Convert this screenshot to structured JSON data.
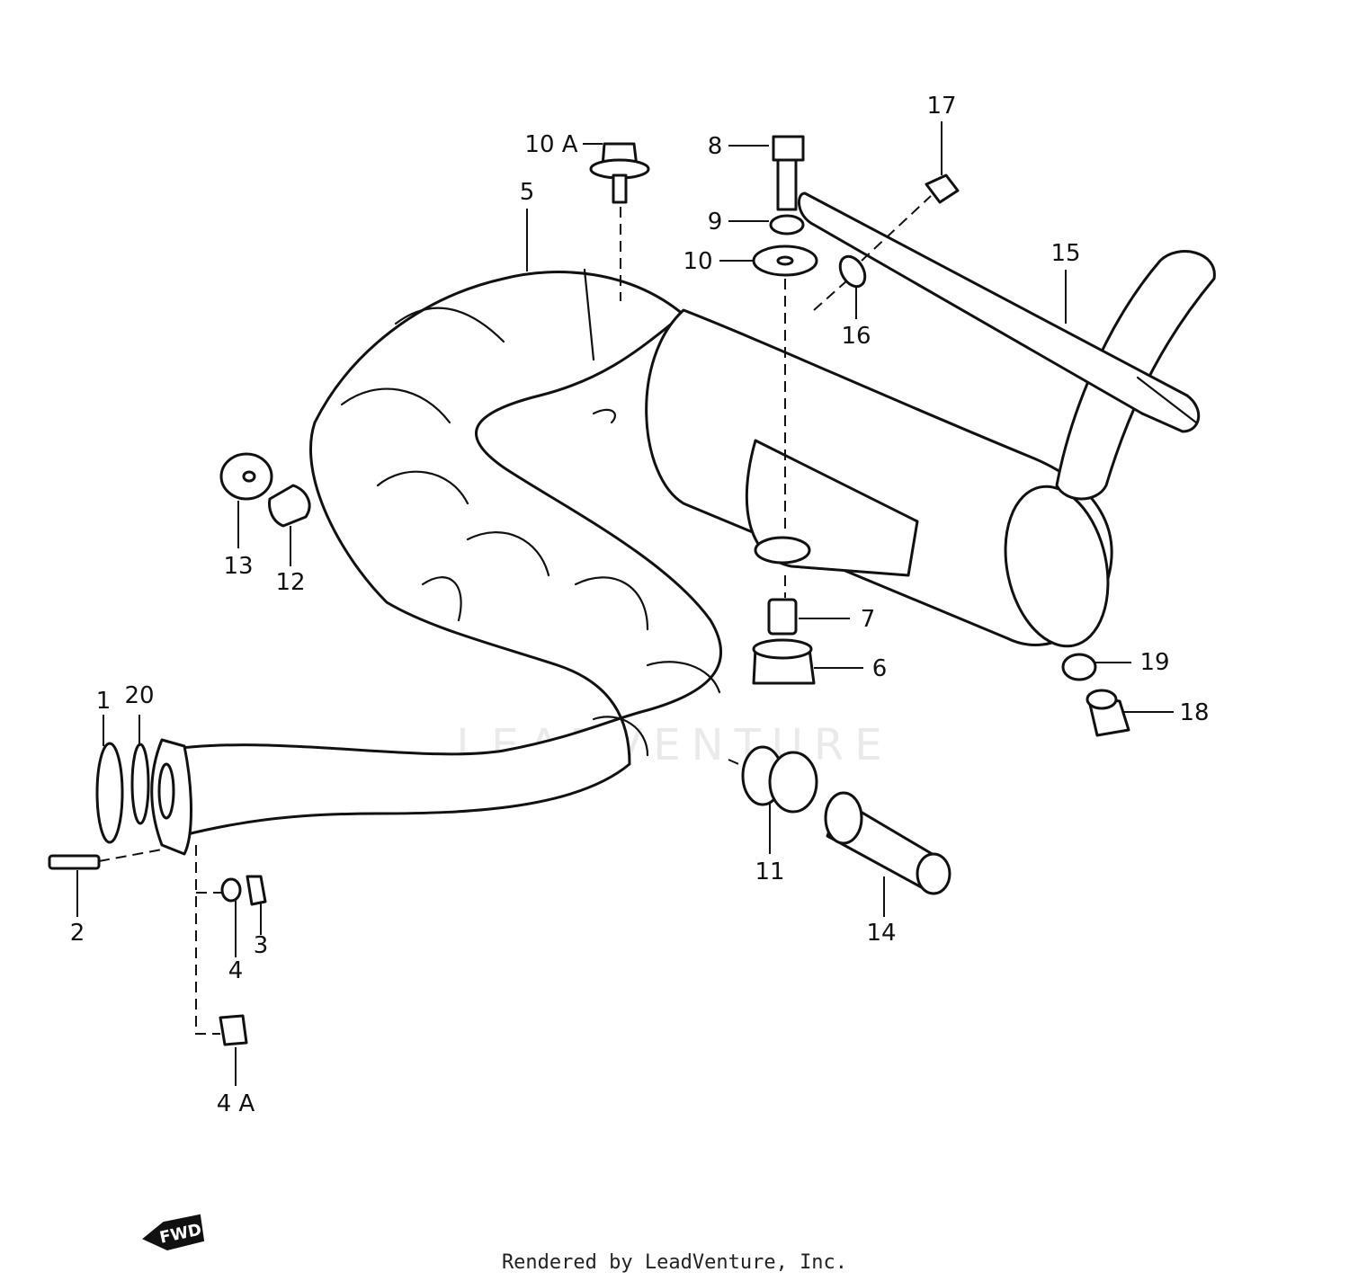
{
  "diagram": {
    "callouts": [
      {
        "id": "c1",
        "label": "1"
      },
      {
        "id": "c2",
        "label": "2"
      },
      {
        "id": "c3",
        "label": "3"
      },
      {
        "id": "c4",
        "label": "4"
      },
      {
        "id": "c4a",
        "label": "4 A"
      },
      {
        "id": "c5",
        "label": "5"
      },
      {
        "id": "c6",
        "label": "6"
      },
      {
        "id": "c7",
        "label": "7"
      },
      {
        "id": "c8",
        "label": "8"
      },
      {
        "id": "c9",
        "label": "9"
      },
      {
        "id": "c10",
        "label": "10"
      },
      {
        "id": "c10a",
        "label": "10 A"
      },
      {
        "id": "c11",
        "label": "11"
      },
      {
        "id": "c12",
        "label": "12"
      },
      {
        "id": "c13",
        "label": "13"
      },
      {
        "id": "c14",
        "label": "14"
      },
      {
        "id": "c15",
        "label": "15"
      },
      {
        "id": "c16",
        "label": "16"
      },
      {
        "id": "c17",
        "label": "17"
      },
      {
        "id": "c18",
        "label": "18"
      },
      {
        "id": "c19",
        "label": "19"
      },
      {
        "id": "c20",
        "label": "20"
      }
    ],
    "fwd_label": "FWD",
    "watermark": "LEADVENTURE"
  },
  "footer": {
    "text": "Rendered by LeadVenture, Inc."
  }
}
